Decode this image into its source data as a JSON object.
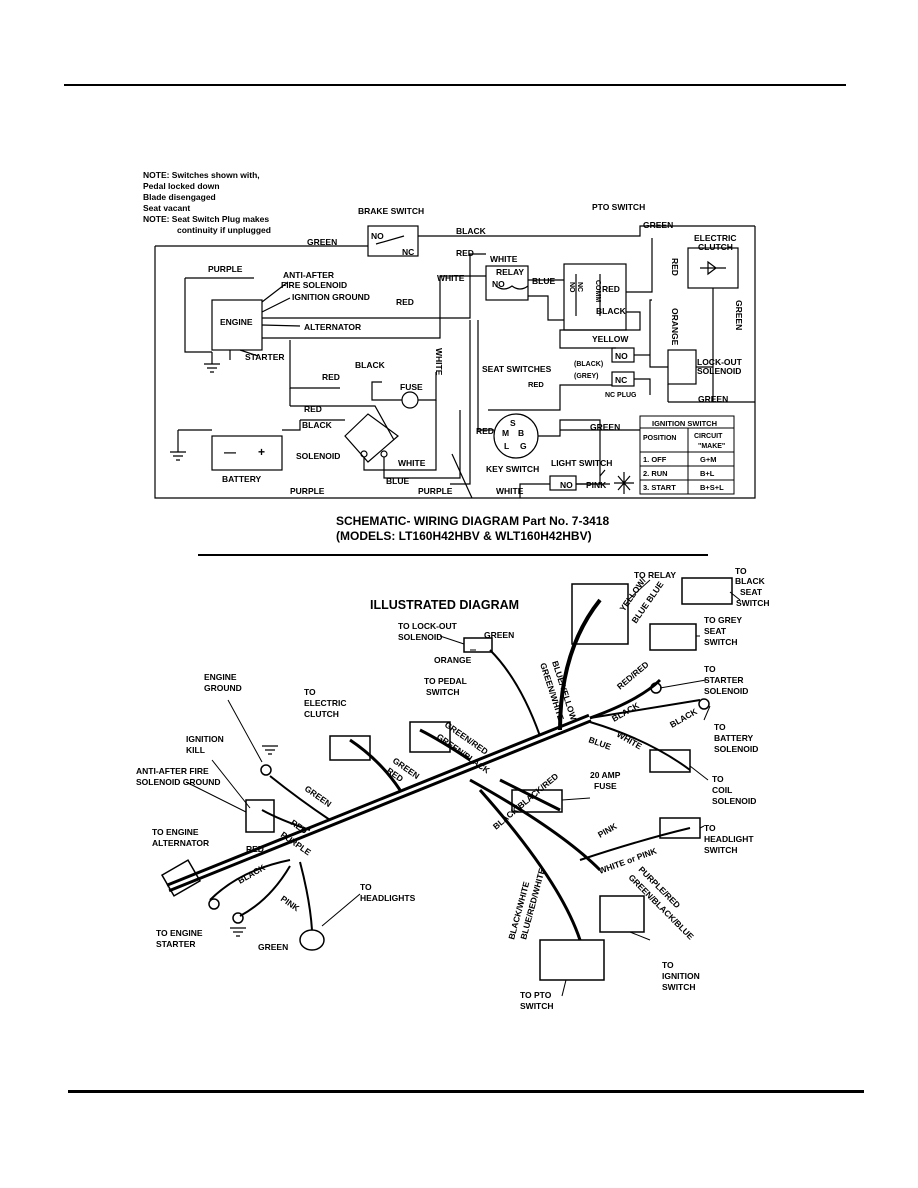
{
  "notes": [
    "NOTE: Switches shown with,",
    "Pedal locked down",
    "Blade disengaged",
    "Seat vacant",
    "NOTE: Seat Switch Plug makes",
    "continuity if unplugged"
  ],
  "schematic": {
    "brake_switch": "BRAKE SWITCH",
    "pto_switch": "PTO SWITCH",
    "electric_clutch": [
      "ELECTRIC",
      "CLUTCH"
    ],
    "anti_after": [
      "ANTI-AFTER",
      "FIRE SOLENOID"
    ],
    "ignition_ground": "IGNITION GROUND",
    "engine": "ENGINE",
    "alternator": "ALTERNATOR",
    "starter": "STARTER",
    "relay": "RELAY",
    "fuse": "FUSE",
    "seat_switches": "SEAT SWITCHES",
    "nc_plug": "NC PLUG",
    "black_tag": "(BLACK)",
    "grey_tag": "(GREY)",
    "lockout": [
      "LOCK-OUT",
      "SOLENOID"
    ],
    "solenoid": "SOLENOID",
    "battery": "BATTERY",
    "key_switch": "KEY SWITCH",
    "light_switch": "LIGHT SWITCH",
    "no": "NO",
    "nc": "NC",
    "comm": "COMM",
    "key_terms": [
      "S",
      "M",
      "B",
      "L",
      "G"
    ],
    "minus": "—",
    "plus": "+",
    "wires": {
      "green": "GREEN",
      "black": "BLACK",
      "red": "RED",
      "white": "WHITE",
      "purple": "PURPLE",
      "blue": "BLUE",
      "yellow": "YELLOW",
      "orange": "ORANGE",
      "pink": "PINK"
    },
    "ignition_table": {
      "title": "IGNITION SWITCH",
      "col1": "POSITION",
      "col2": [
        "CIRCUIT",
        "\"MAKE\""
      ],
      "rows": [
        [
          "1. OFF",
          "G+M"
        ],
        [
          "2. RUN",
          "B+L"
        ],
        [
          "3. START",
          "B+S+L"
        ]
      ]
    }
  },
  "caption": {
    "line1": "SCHEMATIC- WIRING DIAGRAM Part No. 7-3418",
    "line2": "(MODELS: LT160H42HBV & WLT160H42HBV)"
  },
  "illustrated": {
    "title": "ILLUSTRATED DIAGRAM",
    "to_relay": "TO RELAY",
    "yellow_blue": [
      "YELLOW/",
      "BLUE BLUE"
    ],
    "black_seat": [
      "TO",
      "BLACK",
      "SEAT",
      "SWITCH"
    ],
    "grey_seat": [
      "TO GREY",
      "SEAT",
      "SWITCH"
    ],
    "lockout": [
      "TO LOCK-OUT",
      "SOLENOID"
    ],
    "green": "GREEN",
    "orange": "ORANGE",
    "blue_yellow": "BLUE/YELLOW",
    "green_white": "GREEN/WHITE",
    "red_red": "RED/RED",
    "starter_sol": [
      "TO",
      "STARTER",
      "SOLENOID"
    ],
    "battery_sol": [
      "TO",
      "BATTERY",
      "SOLENOID"
    ],
    "coil_sol": [
      "TO",
      "COIL",
      "SOLENOID"
    ],
    "engine_ground": [
      "ENGINE",
      "GROUND"
    ],
    "electric_clutch": [
      "TO",
      "ELECTRIC",
      "CLUTCH"
    ],
    "pedal_switch": [
      "TO PEDAL",
      "SWITCH"
    ],
    "green_red": "GREEN/RED",
    "green_black": "GREEN/BLACK",
    "black": "BLACK",
    "white": "WHITE",
    "blue": "BLUE",
    "ignition_kill": [
      "IGNITION",
      "KILL"
    ],
    "anti_after": [
      "ANTI-AFTER FIRE",
      "SOLENOID GROUND"
    ],
    "red": "RED",
    "purple": "PURPLE",
    "black_black_red": "BLACK/BLACK/RED",
    "fuse": [
      "20 AMP",
      "FUSE"
    ],
    "alternator": [
      "TO ENGINE",
      "ALTERNATOR"
    ],
    "pink": "PINK",
    "headlight_switch": [
      "TO",
      "HEADLIGHT",
      "SWITCH"
    ],
    "white_or_pink": "WHITE or PINK",
    "gbb": [
      "GREEN/BLACK/BLUE",
      "PURPLE/RED"
    ],
    "headlights": [
      "TO",
      "HEADLIGHTS"
    ],
    "engine_starter": [
      "TO ENGINE",
      "STARTER"
    ],
    "bw": [
      "BLACK/WHITE",
      "BLUE/RED/WHITE"
    ],
    "pto": [
      "TO PTO",
      "SWITCH"
    ],
    "ignition_switch": [
      "TO",
      "IGNITION",
      "SWITCH"
    ]
  }
}
